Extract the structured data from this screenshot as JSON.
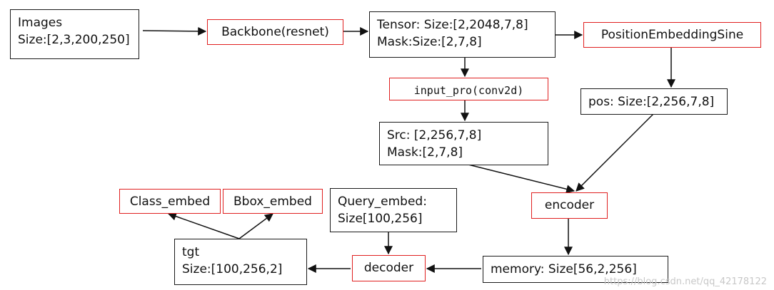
{
  "nodes": {
    "images": {
      "line1": "Images",
      "line2": "Size:[2,3,200,250]"
    },
    "backbone": {
      "label": "Backbone(resnet)"
    },
    "tensor": {
      "line1": "Tensor: Size:[2,2048,7,8]",
      "line2": "Mask:Size:[2,7,8]"
    },
    "position_embedding": {
      "label": "PositionEmbeddingSine"
    },
    "input_proj": {
      "label": "input_pro(conv2d)"
    },
    "pos": {
      "label": "pos: Size:[2,256,7,8]"
    },
    "src": {
      "line1": "Src: [2,256,7,8]",
      "line2": "Mask:[2,7,8]"
    },
    "encoder": {
      "label": "encoder"
    },
    "class_embed": {
      "label": "Class_embed"
    },
    "bbox_embed": {
      "label": "Bbox_embed"
    },
    "query_embed": {
      "line1": "Query_embed:",
      "line2": "Size[100,256]"
    },
    "tgt": {
      "line1": "tgt",
      "line2": "Size:[100,256,2]"
    },
    "decoder": {
      "label": "decoder"
    },
    "memory": {
      "label": "memory: Size[56,2,256]"
    }
  },
  "watermark": "https://blog.csdn.net/qq_42178122"
}
